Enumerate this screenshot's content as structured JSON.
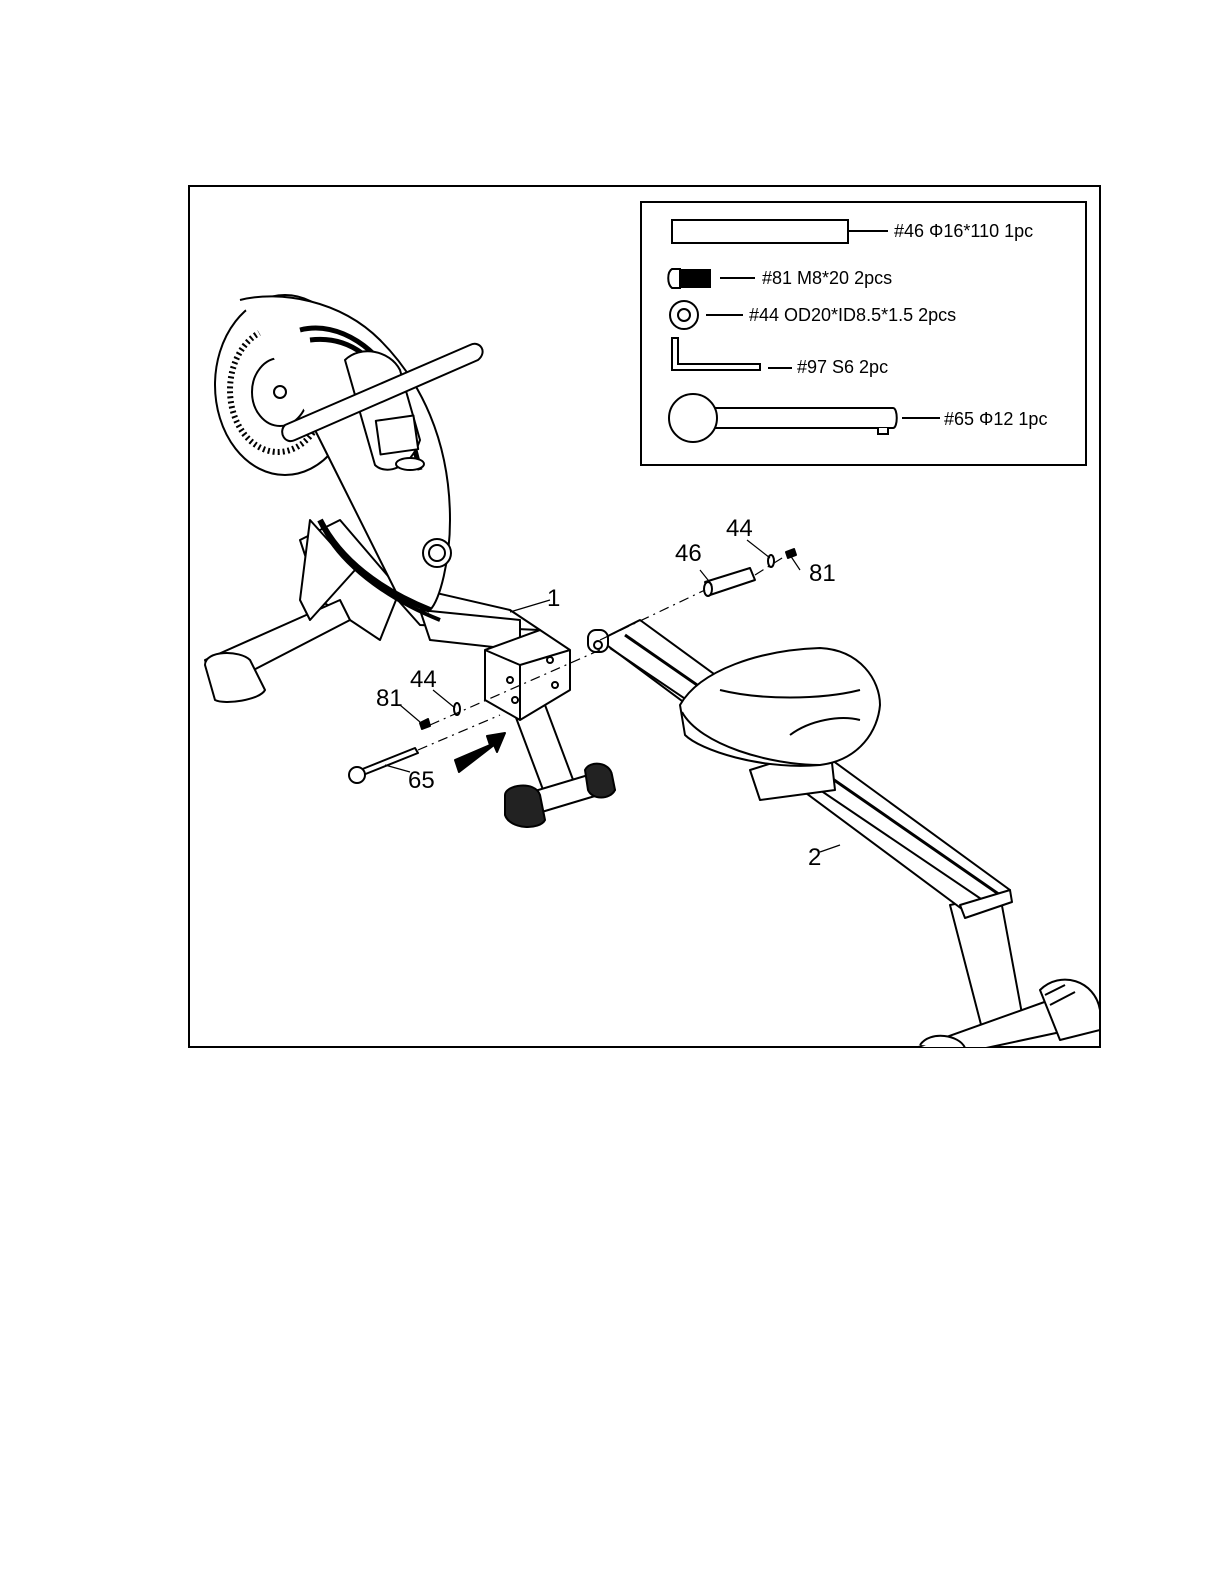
{
  "hardware_list": [
    {
      "label": "#46 Φ16*110  1pc",
      "icon": "bar-icon"
    },
    {
      "label": "#81 M8*20  2pcs",
      "icon": "bolt-icon"
    },
    {
      "label": "#44 OD20*ID8.5*1.5  2pcs",
      "icon": "washer-icon"
    },
    {
      "label": "#97   S6  2pc",
      "icon": "allen-wrench-icon"
    },
    {
      "label": "#65 Φ12  1pc",
      "icon": "pin-knob-icon"
    }
  ],
  "callouts": {
    "part_1": "1",
    "part_2": "2",
    "part_44_left": "44",
    "part_44_right": "44",
    "part_46": "46",
    "part_65": "65",
    "part_81_left": "81",
    "part_81_right": "81"
  }
}
